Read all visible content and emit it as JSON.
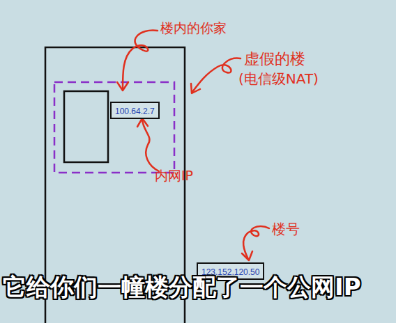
{
  "diagram": {
    "caption": "它给你们一幢楼分配了一个公网IP",
    "nodes": [
      {
        "text": [
          "100.64.2.7"
        ]
      },
      {
        "text": [
          "123.152.120.50"
        ]
      }
    ],
    "labels": [
      "楼内的你家",
      "虚假的楼",
      "(电信级NAT)",
      "内网IP",
      "楼号"
    ]
  }
}
